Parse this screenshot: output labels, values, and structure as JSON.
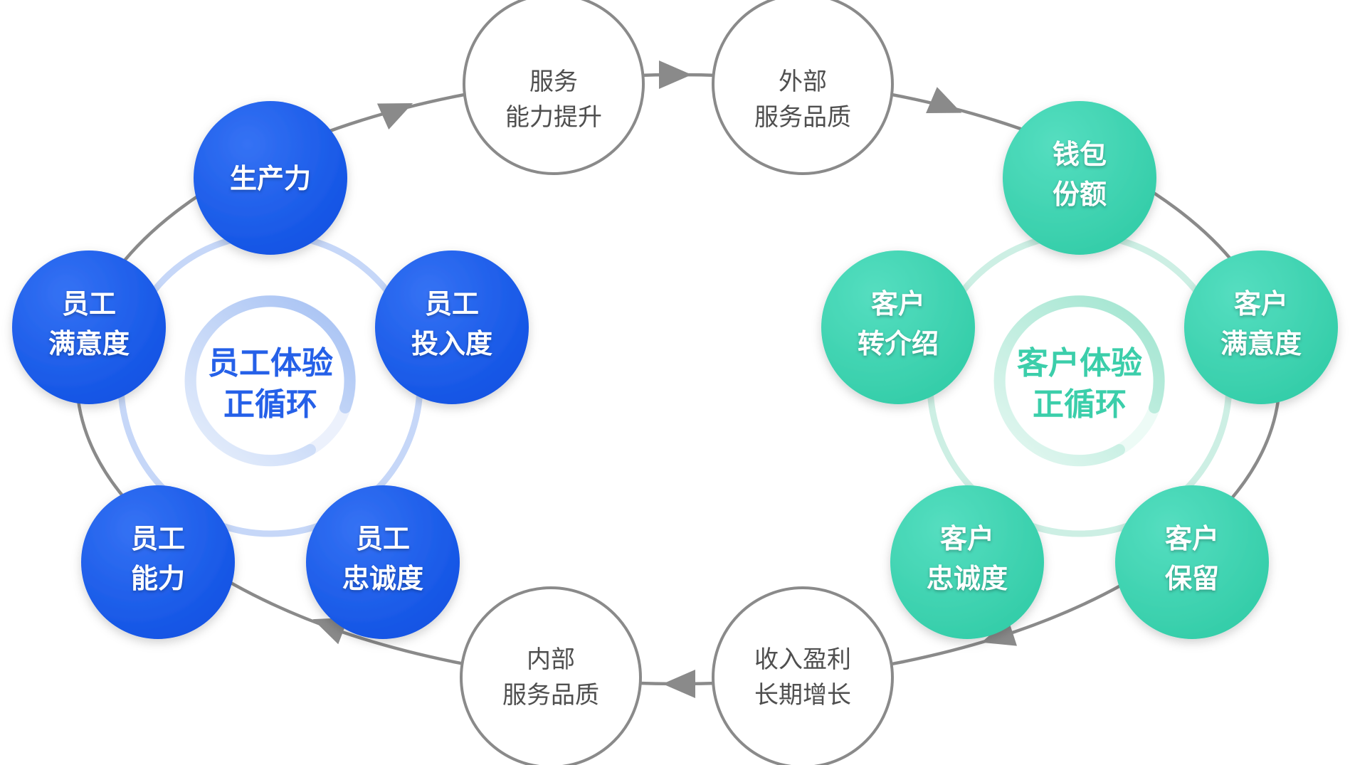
{
  "left_loop": {
    "center_line1": "员工体验",
    "center_line2": "正循环",
    "nodes": {
      "productivity": {
        "line1": "生产力"
      },
      "satisfaction": {
        "line1": "员工",
        "line2": "满意度"
      },
      "engagement": {
        "line1": "员工",
        "line2": "投入度"
      },
      "capability": {
        "line1": "员工",
        "line2": "能力"
      },
      "loyalty": {
        "line1": "员工",
        "line2": "忠诚度"
      }
    }
  },
  "right_loop": {
    "center_line1": "客户体验",
    "center_line2": "正循环",
    "nodes": {
      "wallet_share": {
        "line1": "钱包",
        "line2": "份额"
      },
      "referral": {
        "line1": "客户",
        "line2": "转介绍"
      },
      "satisfaction": {
        "line1": "客户",
        "line2": "满意度"
      },
      "loyalty": {
        "line1": "客户",
        "line2": "忠诚度"
      },
      "retention": {
        "line1": "客户",
        "line2": "保留"
      }
    }
  },
  "outer_nodes": {
    "service_capability": {
      "line1": "服务",
      "line2": "能力提升"
    },
    "external_quality": {
      "line1": "外部",
      "line2": "服务品质"
    },
    "internal_quality": {
      "line1": "内部",
      "line2": "服务品质"
    },
    "revenue_growth": {
      "line1": "收入盈利",
      "line2": "长期增长"
    }
  },
  "colors": {
    "blue_grad_start": "#3572f4",
    "blue_grad_end": "#0a4ce0",
    "teal_grad_start": "#55dec0",
    "teal_grad_end": "#2cc9a3",
    "outline_gray": "#8a8a8a",
    "white_node_text": "#4f4f4f",
    "ring_blue": "#c6d7f8",
    "ring_teal": "#cdefe4",
    "center_text_blue": "#2560e8",
    "center_text_teal": "#3bceaa",
    "spinner_base_blue": "#e9effc",
    "spinner_blue_start": "#e3ecfb",
    "spinner_blue_end": "#aac4f4",
    "spinner_base_teal": "#eafaf5",
    "spinner_teal_start": "#e0f6ef",
    "spinner_teal_end": "#a5e6d2"
  }
}
